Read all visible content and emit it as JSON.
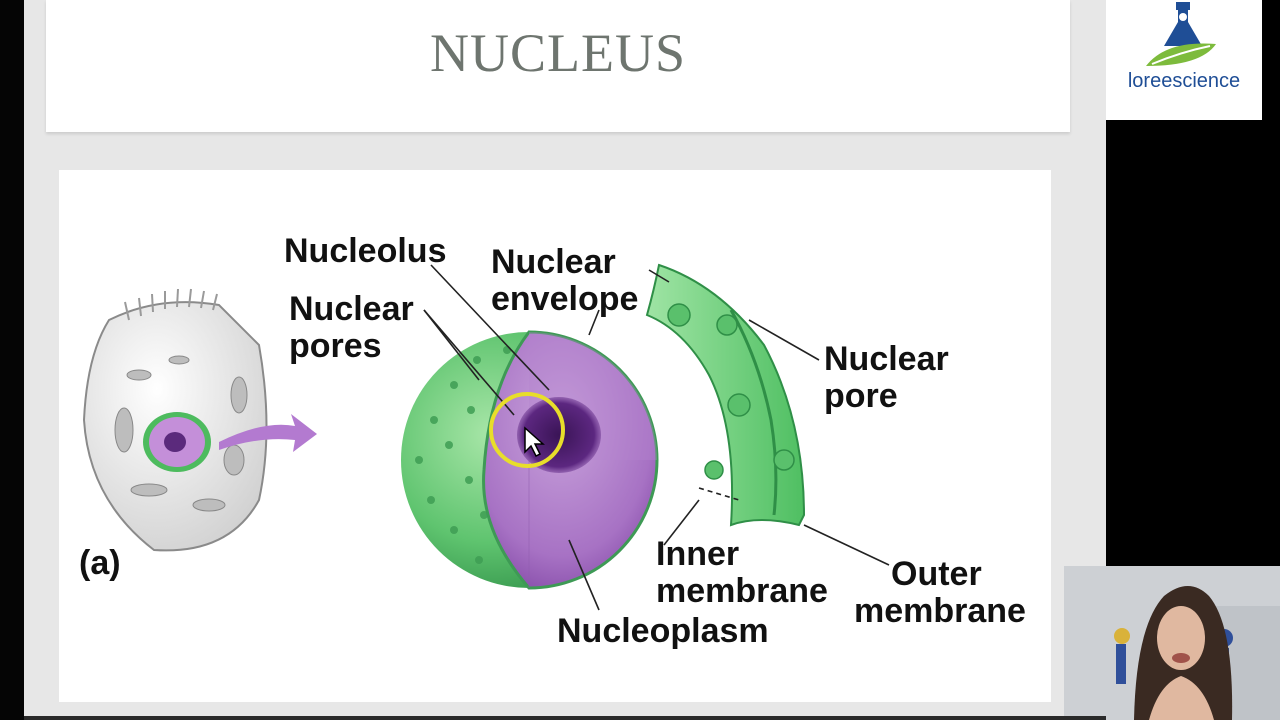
{
  "slide": {
    "title": "NUCLEUS",
    "diagram": {
      "panel_label": "(a)",
      "labels": {
        "nucleolus": "Nucleolus",
        "nuclear_pores_1": "Nuclear",
        "nuclear_pores_2": "pores",
        "nuclear_envelope_1": "Nuclear",
        "nuclear_envelope_2": "envelope",
        "nuclear_pore_1": "Nuclear",
        "nuclear_pore_2": "pore",
        "inner_membrane_1": "Inner",
        "inner_membrane_2": "membrane",
        "outer_membrane_1": "Outer",
        "outer_membrane_2": "membrane",
        "nucleoplasm": "Nucleoplasm"
      }
    }
  },
  "logo": {
    "text": "loreescience",
    "color": "#1f4e96"
  },
  "colors": {
    "membrane_green": "#6fce7f",
    "nucleus_purple": "#9a55b8",
    "pointer_ring": "#e8de2a"
  }
}
